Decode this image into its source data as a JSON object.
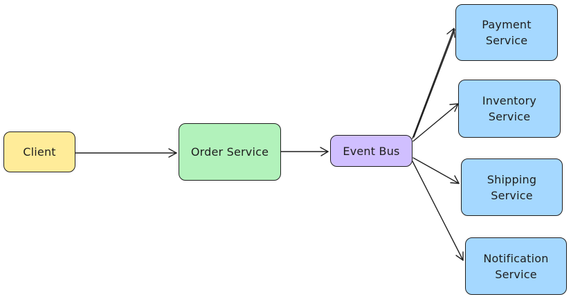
{
  "nodes": {
    "client": {
      "label": "Client",
      "color": "#ffec99"
    },
    "order_service": {
      "label": "Order Service",
      "color": "#b2f2bb"
    },
    "event_bus": {
      "label": "Event Bus",
      "color": "#d0bfff"
    },
    "payment_service": {
      "label": "Payment\nService",
      "color": "#a5d8ff"
    },
    "inventory_service": {
      "label": "Inventory\nService",
      "color": "#a5d8ff"
    },
    "shipping_service": {
      "label": "Shipping\nService",
      "color": "#a5d8ff"
    },
    "notification_service": {
      "label": "Notification\nService",
      "color": "#a5d8ff"
    }
  },
  "edges": [
    {
      "from": "client",
      "to": "order_service"
    },
    {
      "from": "order_service",
      "to": "event_bus"
    },
    {
      "from": "event_bus",
      "to": "payment_service"
    },
    {
      "from": "event_bus",
      "to": "inventory_service"
    },
    {
      "from": "event_bus",
      "to": "shipping_service"
    },
    {
      "from": "event_bus",
      "to": "notification_service"
    }
  ]
}
